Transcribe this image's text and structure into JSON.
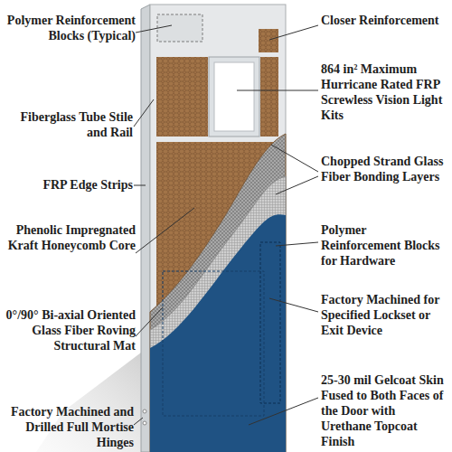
{
  "diagram": {
    "labels": [
      "Polymer Reinforcement Blocks (Typical)",
      "Fiberglass Tube Stile and Rail",
      "FRP Edge Strips",
      "Phenolic Impregnated Kraft Honeycomb Core",
      "0°/90° Bi-axial Oriented Glass Fiber Roving Structural Mat",
      "Factory Machined and Drilled Full Mortise Hinges",
      "Closer Reinforcement",
      "864 in² Maximum Hurricane Rated FRP Screwless Vision Light Kits",
      "Chopped Strand Glass Fiber Bonding Layers",
      "Polymer Reinforcement Blocks for Hardware",
      "Factory Machined for Specified Lockset or Exit Device",
      "25-30 mil Gelcoat Skin Fused to Both Faces of the Door with Urethane Topcoat Finish"
    ]
  }
}
